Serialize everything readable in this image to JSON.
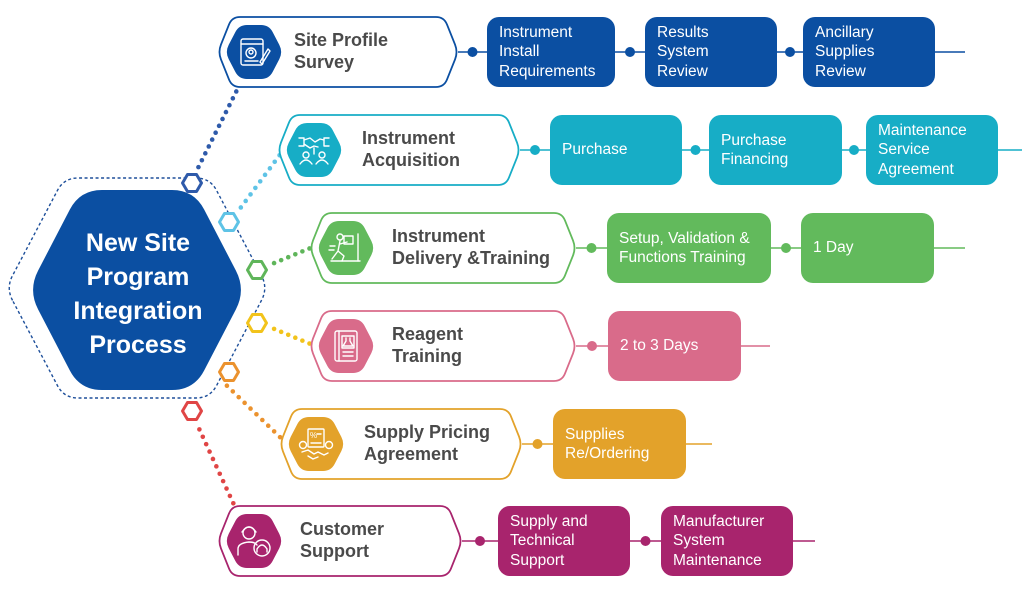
{
  "hub": {
    "title_lines": [
      "New Site",
      "Program",
      "Integration",
      "Process"
    ],
    "color": "#0b4fa2"
  },
  "stages": [
    {
      "id": "site-profile-survey",
      "label_lines": [
        "Site Profile",
        "Survey"
      ],
      "icon": "survey-document-icon",
      "color": "#0b4fa2",
      "dot_color": "#2e5aaa",
      "steps": [
        "Instrument\nInstall\nRequirements",
        "Results\nSystem\nReview",
        "Ancillary\nSupplies\nReview"
      ]
    },
    {
      "id": "instrument-acquisition",
      "label_lines": [
        "Instrument",
        "Acquisition"
      ],
      "icon": "handshake-people-icon",
      "color": "#17adc6",
      "dot_color": "#5ec3e6",
      "steps": [
        "Purchase",
        "Purchase\nFinancing",
        "Maintenance\nService\nAgreement"
      ]
    },
    {
      "id": "instrument-delivery-training",
      "label_lines": [
        "Instrument",
        "Delivery &Training"
      ],
      "icon": "delivery-person-icon",
      "color": "#62ba5c",
      "dot_color": "#5fb55a",
      "steps": [
        "Setup, Validation &\nFunctions Training",
        "1 Day"
      ]
    },
    {
      "id": "reagent-training",
      "label_lines": [
        "Reagent",
        "Training"
      ],
      "icon": "reagent-book-icon",
      "color": "#d96b8a",
      "dot_color": "#f2c31b",
      "steps": [
        "2 to 3 Days"
      ]
    },
    {
      "id": "supply-pricing-agreement",
      "label_lines": [
        "Supply Pricing",
        "Agreement"
      ],
      "icon": "pricing-handshake-icon",
      "color": "#e3a22a",
      "dot_color": "#eb922e",
      "steps": [
        "Supplies\nRe/Ordering"
      ]
    },
    {
      "id": "customer-support",
      "label_lines": [
        "Customer",
        "Support"
      ],
      "icon": "support-agent-icon",
      "color": "#a8246d",
      "dot_color": "#e04545",
      "steps": [
        "Supply and\nTechnical\nSupport",
        "Manufacturer\nSystem\nMaintenance"
      ]
    }
  ],
  "node_colors": [
    "#2e5aaa",
    "#5ec3e6",
    "#5fb55a",
    "#f2c31b",
    "#eb922e",
    "#e04545"
  ]
}
